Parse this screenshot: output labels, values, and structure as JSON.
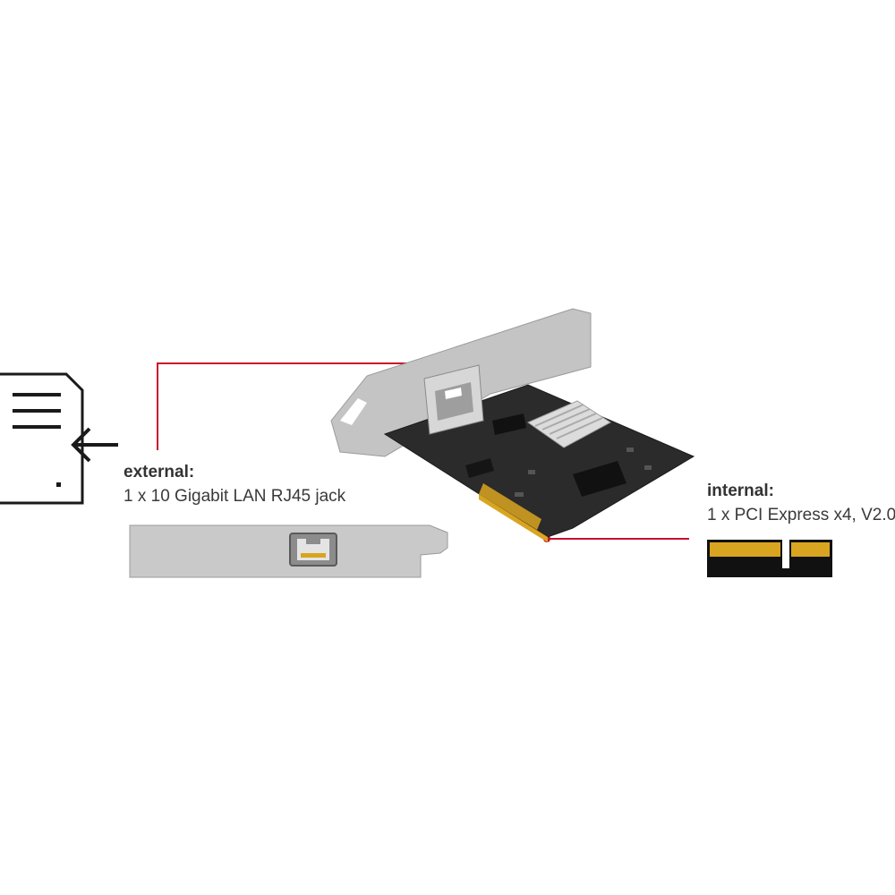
{
  "external": {
    "title": "external:",
    "description": "1 x 10 Gigabit LAN RJ45 jack"
  },
  "internal": {
    "title": "internal:",
    "description": "1 x PCI Express x4, V2.0"
  },
  "colors": {
    "callout_line": "#c8102e",
    "bracket_metal": "#c9c9c9",
    "pcb": "#2b2b2b",
    "gold_contacts": "#d9a521",
    "icon_stroke": "#1a1a1a"
  },
  "icons": {
    "document": "document-icon",
    "arrow": "arrow-left-icon",
    "rj45": "rj45-port-icon",
    "pcie": "pcie-connector-icon"
  }
}
